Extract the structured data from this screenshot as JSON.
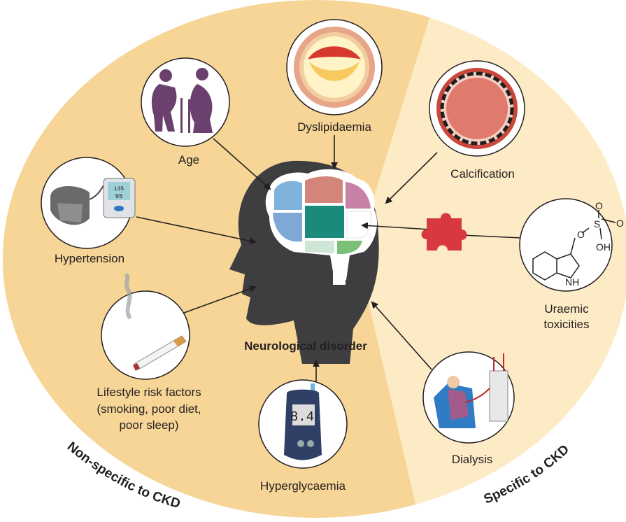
{
  "colors": {
    "non_specific_bg": "#f6d596",
    "specific_bg": "#fdebc6",
    "head": "#3e3e40",
    "arrow": "#231f20"
  },
  "center": {
    "label": "Neurological disorder",
    "icon": "brain-puzzle-head-icon"
  },
  "factors": {
    "age": {
      "label": "Age",
      "icon": "elderly-couple-icon"
    },
    "dyslipidaemia": {
      "label": "Dyslipidaemia",
      "icon": "artery-plaque-icon"
    },
    "calcification": {
      "label": "Calcification",
      "icon": "calcified-vessel-icon"
    },
    "hypertension": {
      "label": "Hypertension",
      "icon": "blood-pressure-monitor-icon",
      "display": {
        "line1": "135",
        "line2": "95"
      }
    },
    "uraemic": {
      "line1": "Uraemic",
      "line2": "toxicities",
      "icon": "indoxyl-sulfate-icon",
      "structure": {
        "o1": "O",
        "o2": "O",
        "s": "S",
        "o3": "O",
        "oh": "OH",
        "nh": "NH"
      }
    },
    "lifestyle": {
      "line1": "Lifestyle risk factors",
      "line2": "(smoking, poor diet,",
      "line3": "poor sleep)",
      "icon": "cigarette-icon"
    },
    "hyperglycaemia": {
      "label": "Hyperglycaemia",
      "icon": "glucose-meter-icon",
      "reading": "8.4"
    },
    "dialysis": {
      "label": "Dialysis",
      "icon": "dialysis-patient-icon"
    }
  },
  "regions": {
    "non_specific": "Non-specific to CKD",
    "specific": "Specific to CKD"
  }
}
